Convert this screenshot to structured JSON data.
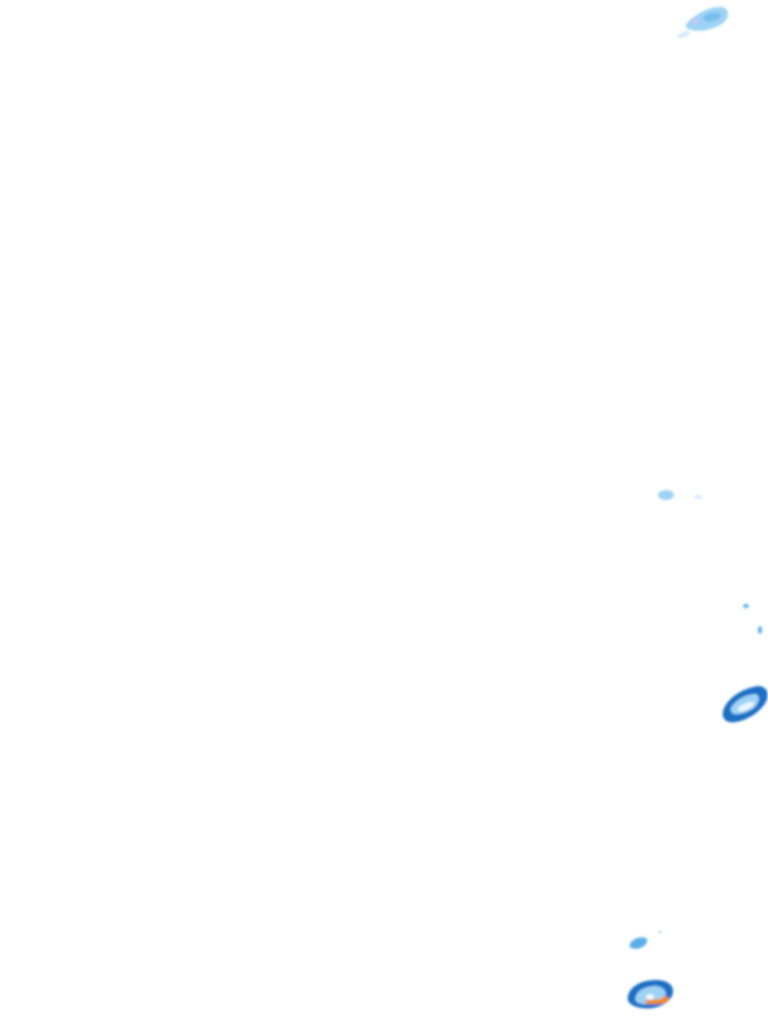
{
  "map": {
    "layer": "precipitation-radar-overlay",
    "background_color": "#ffffff",
    "palette": {
      "very_light": "#d4ecfb",
      "light": "#9fd3f5",
      "moderate": "#5aaee8",
      "heavy": "#1f6fc4",
      "intense": "#f08a1c",
      "trace": "#e7b6f0"
    },
    "echoes": [
      {
        "id": "north-cell",
        "intensity": "light"
      },
      {
        "id": "center-cell",
        "intensity": "light"
      },
      {
        "id": "east-band",
        "intensity": "heavy"
      },
      {
        "id": "south-cluster",
        "intensity": "heavy"
      },
      {
        "id": "south-core",
        "intensity": "intense"
      }
    ]
  }
}
